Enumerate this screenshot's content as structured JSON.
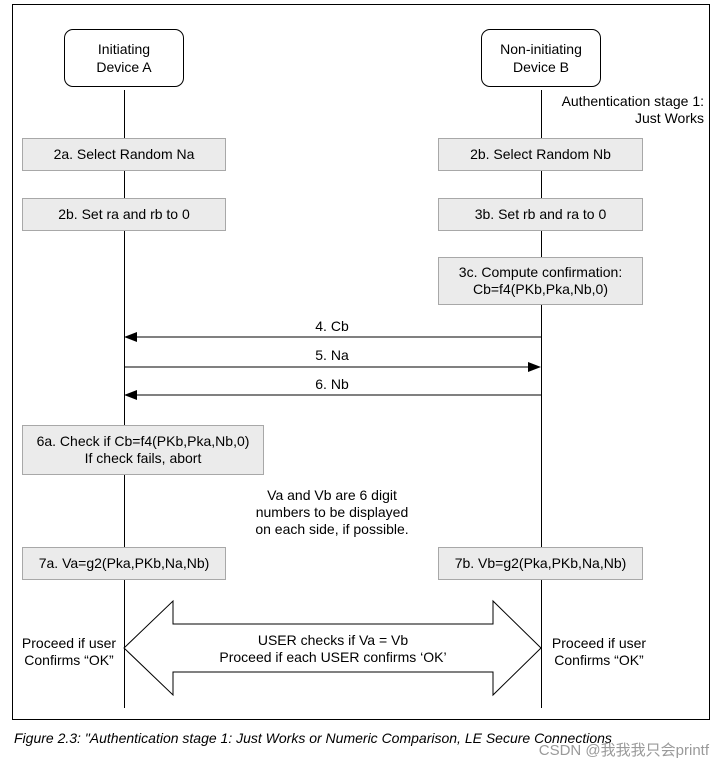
{
  "actors": {
    "a": [
      "Initiating",
      "Device A"
    ],
    "b": [
      "Non-initiating",
      "Device B"
    ]
  },
  "stage_note": [
    "Authentication stage 1:",
    "Just Works"
  ],
  "steps": {
    "s2a": [
      "2a. Select Random Na"
    ],
    "s2b_left": [
      "2b. Set ra and rb to 0"
    ],
    "s2b_right": [
      "2b. Select Random Nb"
    ],
    "s3b": [
      "3b. Set rb and ra to 0"
    ],
    "s3c": [
      "3c. Compute confirmation:",
      "Cb=f4(PKb,Pka,Nb,0)"
    ],
    "s6a": [
      "6a. Check if Cb=f4(PKb,Pka,Nb,0)",
      "If check fails, abort"
    ],
    "s7a": [
      "7a. Va=g2(Pka,PKb,Na,Nb)"
    ],
    "s7b": [
      "7b. Vb=g2(Pka,PKb,Na,Nb)"
    ]
  },
  "messages": {
    "m4": "4. Cb",
    "m5": "5. Na",
    "m6": "6. Nb"
  },
  "note_digits": [
    "Va and Vb are 6 digit",
    "numbers to be displayed",
    "on each side, if possible."
  ],
  "proceed_left": [
    "Proceed if user",
    "Confirms “OK”"
  ],
  "proceed_right": [
    "Proceed if user",
    "Confirms “OK”"
  ],
  "user_check": [
    "USER checks if Va = Vb",
    "Proceed if each USER confirms ‘OK’"
  ],
  "caption": "Figure 2.3:  \"Authentication stage 1: Just Works or Numeric Comparison, LE Secure Connections",
  "watermark": "CSDN @我我我只会printf"
}
